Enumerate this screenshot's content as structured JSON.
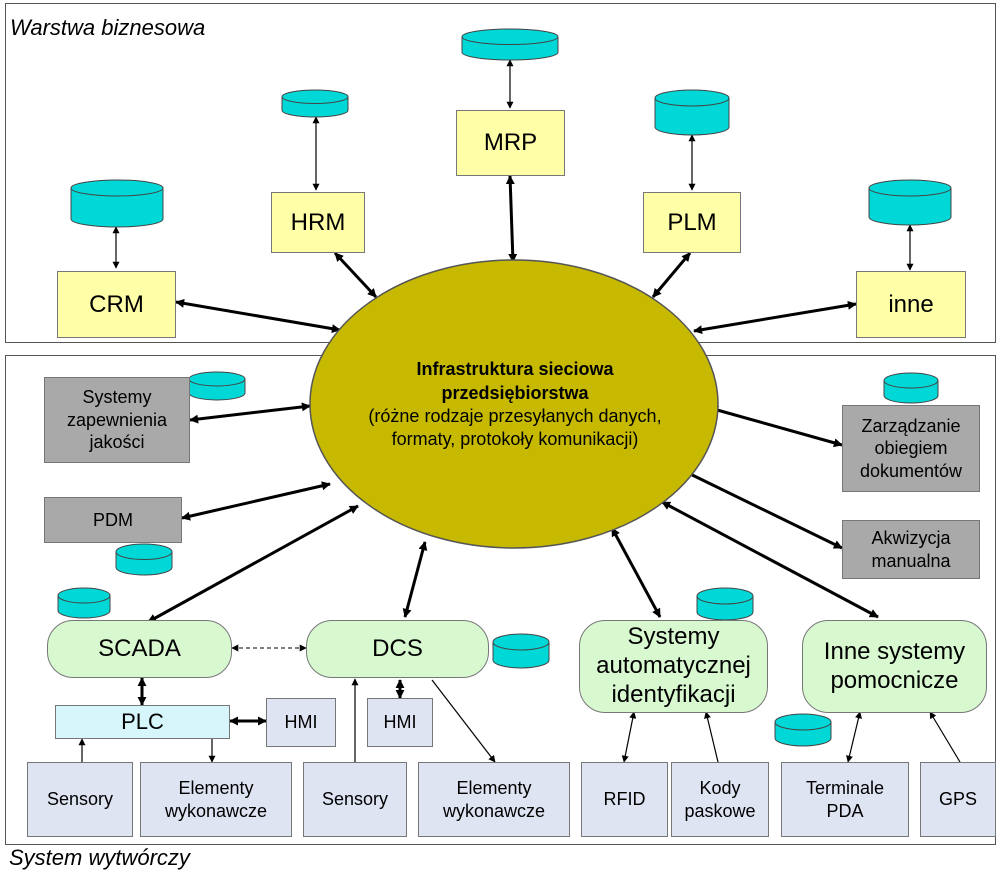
{
  "layers": {
    "business": "Warstwa biznesowa",
    "production": "System wytwórczy"
  },
  "network": {
    "title_line1": "Infrastruktura sieciowa",
    "title_line2": "przedsiębiorstwa",
    "desc_line1": "(różne rodzaje przesyłanych danych,",
    "desc_line2": "formaty, protokoły komunikacji)"
  },
  "business_systems": {
    "crm": "CRM",
    "hrm": "HRM",
    "mrp": "MRP",
    "plm": "PLM",
    "inne": "inne"
  },
  "side_systems": {
    "quality": "Systemy\nzapewnienia\njakości",
    "pdm": "PDM",
    "documents": "Zarządzanie\nobiegiem\ndokumentów",
    "manual": "Akwizycja\nmanualna"
  },
  "control_systems": {
    "scada": "SCADA",
    "dcs": "DCS",
    "auto_id": "Systemy\nautomatycznej\nidentyfikacji",
    "aux": "Inne systemy\npomocnicze",
    "plc": "PLC",
    "hmi_1": "HMI",
    "hmi_2": "HMI"
  },
  "field_devices": {
    "sensory_1": "Sensory",
    "elementy_1": "Elementy\nwykonawcze",
    "sensory_2": "Sensory",
    "elementy_2": "Elementy\nwykonawcze",
    "rfid": "RFID",
    "kody": "Kody\npaskowe",
    "pda": "Terminale\nPDA",
    "gps": "GPS"
  },
  "colors": {
    "database": "#00d8d8",
    "business_box": "#ffffa8",
    "ellipse": "#c6b900",
    "gray_box": "#a9a9a9",
    "green_box": "#d8f8d0",
    "plc_box": "#d6f6fb",
    "field_box": "#dfe4f3"
  }
}
